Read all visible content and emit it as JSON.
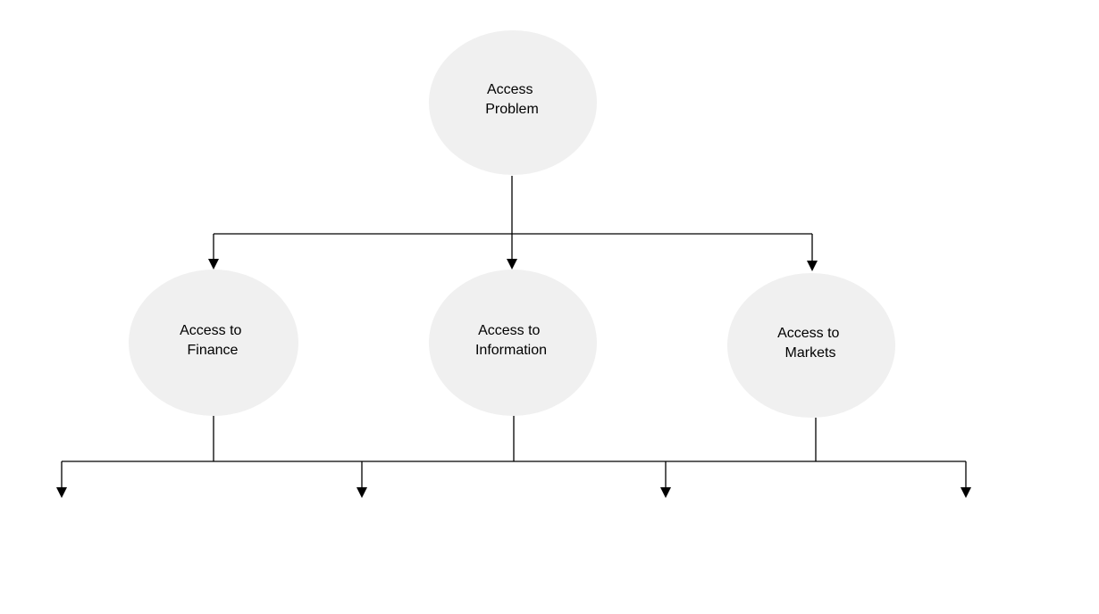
{
  "diagram": {
    "root": {
      "label_line1": "Access",
      "label_line2": "Problem"
    },
    "children": [
      {
        "label_line1": "Access to",
        "label_line2": "Finance"
      },
      {
        "label_line1": "Access to",
        "label_line2": "Information"
      },
      {
        "label_line1": "Access to",
        "label_line2": "Markets"
      }
    ],
    "colors": {
      "node_fill": "#f0f0f0",
      "connector": "#000000",
      "text": "#000000"
    }
  }
}
